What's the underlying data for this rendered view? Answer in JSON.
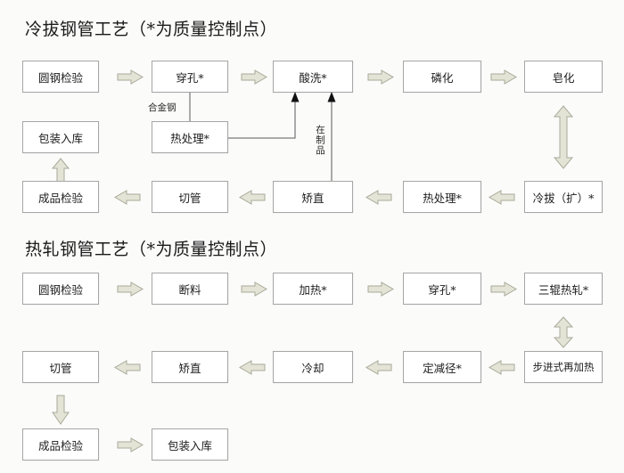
{
  "page": {
    "background_color": "#fbfbfa",
    "box_fill": "#ffffff",
    "box_border": "#a6a6a6",
    "arrow_fill": "#e3e4d5",
    "arrow_border": "#a9aa9a",
    "connector_color": "#5a5a5a"
  },
  "sections": [
    {
      "id": "cold-drawn",
      "title": "冷拔钢管工艺（*为质量控制点）",
      "rows": [
        {
          "id": "cold-row-1",
          "direction": "right",
          "nodes": [
            "圆钢检验",
            "穿孔*",
            "酸洗*",
            "磷化",
            "皂化"
          ]
        },
        {
          "id": "cold-row-2",
          "direction": "none",
          "nodes": [
            "包装入库",
            "热处理*"
          ]
        },
        {
          "id": "cold-row-3",
          "direction": "left",
          "nodes": [
            "成品检验",
            "切管",
            "矫直",
            "热处理*",
            "冷拔（扩）*"
          ]
        }
      ],
      "edge_labels": [
        "合金钢",
        "在制品"
      ]
    },
    {
      "id": "hot-rolled",
      "title": "热轧钢管工艺（*为质量控制点）",
      "rows": [
        {
          "id": "hot-row-1",
          "direction": "right",
          "nodes": [
            "圆钢检验",
            "断料",
            "加热*",
            "穿孔*",
            "三辊热轧*"
          ]
        },
        {
          "id": "hot-row-2",
          "direction": "left",
          "nodes": [
            "切管",
            "矫直",
            "冷却",
            "定减径*",
            "步进式再加热"
          ]
        },
        {
          "id": "hot-row-3",
          "direction": "right",
          "nodes": [
            "成品检验",
            "包装入库"
          ]
        }
      ],
      "edge_labels": []
    }
  ]
}
